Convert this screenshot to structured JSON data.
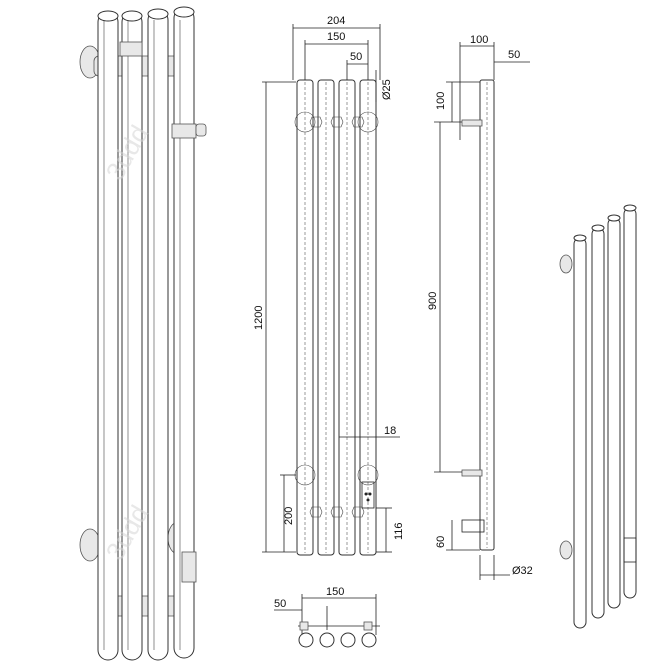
{
  "dimensions": {
    "front_total_width": "204",
    "front_inner_width": "150",
    "front_pitch": "50",
    "pipe_diameter": "Ø25",
    "height": "1200",
    "bottom_mount": "200",
    "pitch_small": "18",
    "bottom_offset": "116",
    "side_depth": "100",
    "side_offset": "50",
    "side_top": "100",
    "mount_spacing": "900",
    "bottom_block": "60",
    "pipe_outer": "Ø32",
    "top_view_width": "150",
    "top_view_offset": "50"
  },
  "watermark": "3ddd"
}
